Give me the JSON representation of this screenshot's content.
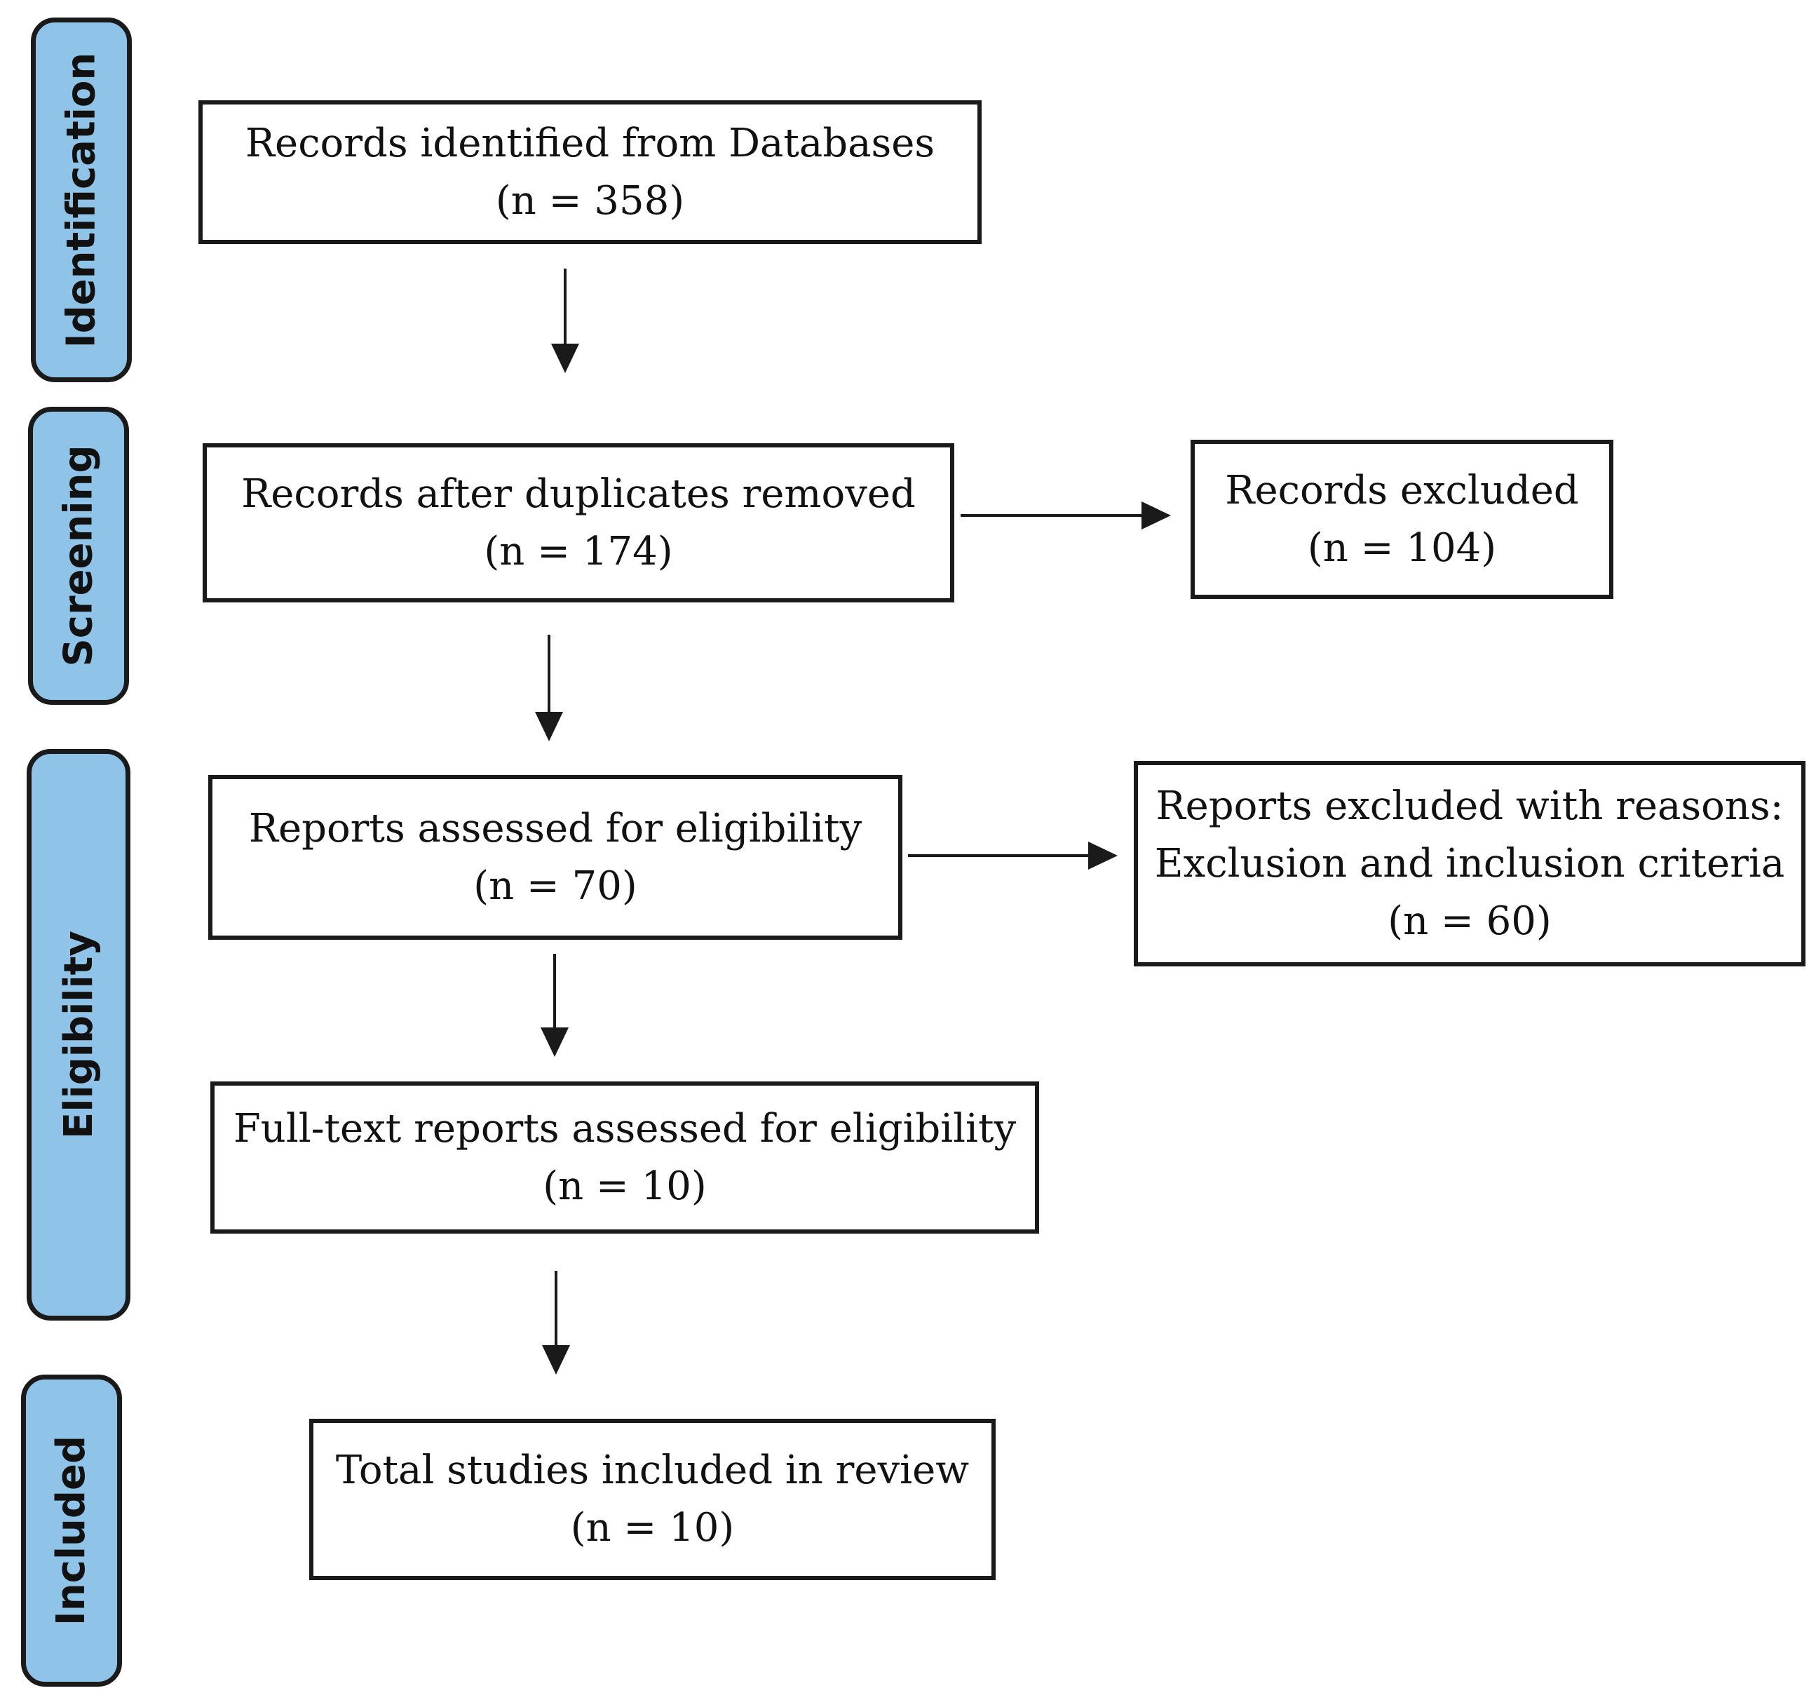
{
  "stages": {
    "identification": "Identification",
    "screening": "Screening",
    "eligibility": "Eligibility",
    "included": "Included"
  },
  "boxes": {
    "identified": {
      "line1": "Records identified from Databases",
      "line2": "(n = 358)"
    },
    "deduplicated": {
      "line1": "Records after duplicates removed",
      "line2": "(n = 174)"
    },
    "excluded": {
      "line1": "Records excluded",
      "line2": "(n = 104)"
    },
    "assessed": {
      "line1": "Reports assessed for eligibility",
      "line2": "(n = 70)"
    },
    "excluded_reasons": {
      "line1": "Reports excluded with reasons:",
      "line2": "Exclusion and inclusion criteria",
      "line3": "(n = 60)"
    },
    "fulltext": {
      "line1": "Full-text reports assessed for eligibility",
      "line2": "(n = 10)"
    },
    "included": {
      "line1": "Total studies included in review",
      "line2": "(n = 10)"
    }
  },
  "colors": {
    "stage_fill": "#8fc4e8",
    "stroke": "#1a1a1a"
  }
}
